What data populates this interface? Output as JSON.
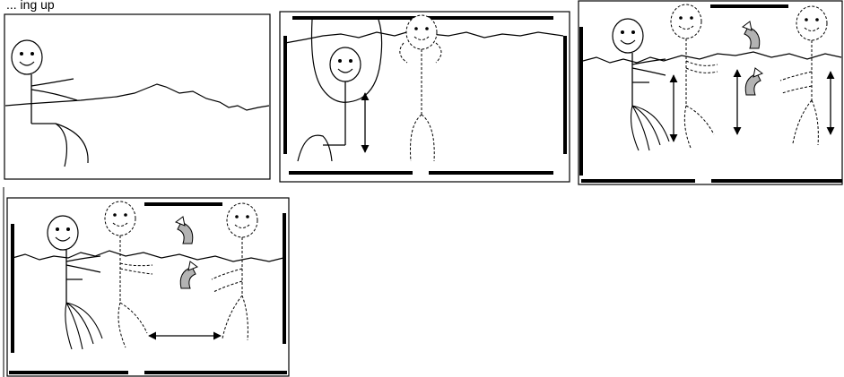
{
  "caption": "... ing up",
  "panels": [
    {
      "id": "panel-1",
      "kind": "stick figure standing on shore beside wavy water line"
    },
    {
      "id": "panel-2",
      "kind": "figure sinking into pit with dashed ghost figure and vertical double arrow"
    },
    {
      "id": "panel-3",
      "kind": "figure at water line with ghost figures, curved rotation arrows and vertical double arrows"
    },
    {
      "id": "panel-4",
      "kind": "figure with ghost figures, curved rotation arrows and horizontal double arrow"
    }
  ],
  "colors": {
    "line": "#000000",
    "rotation_arrow_fill": "#b3b3b3"
  }
}
